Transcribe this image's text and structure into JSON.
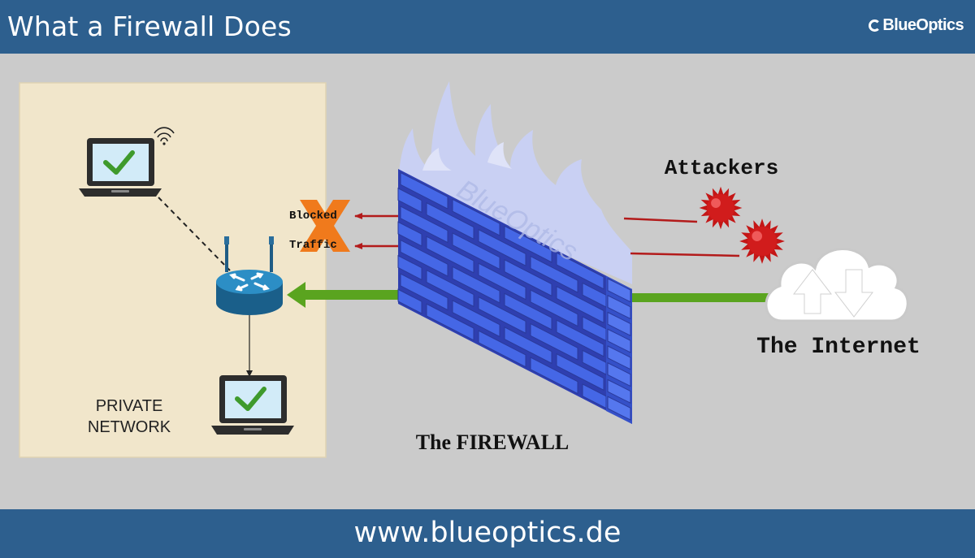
{
  "header": {
    "title": "What a Firewall Does",
    "brand": "BlueOptics"
  },
  "footer": {
    "url": "www.blueoptics.de"
  },
  "diagram": {
    "private_network_label_line1": "PRIVATE",
    "private_network_label_line2": "NETWORK",
    "blocked_label": "Blocked",
    "traffic_label": "Traffic",
    "firewall_label": "The FIREWALL",
    "watermark": "BlueOptics",
    "attackers_label": "Attackers",
    "internet_label": "The Internet"
  },
  "colors": {
    "header_bg": "#2d5f8e",
    "canvas_bg": "#cbcbcb",
    "private_network_bg": "#f1e6cb",
    "brick_blue": "#4567e6",
    "flame_lavender": "#c9d0f3",
    "allowed_traffic_green": "#5aa41f",
    "blocked_traffic_red": "#b31b1b",
    "block_x_orange": "#f07a1c",
    "check_green": "#3f9a2c",
    "router_teal": "#1f78a8"
  }
}
